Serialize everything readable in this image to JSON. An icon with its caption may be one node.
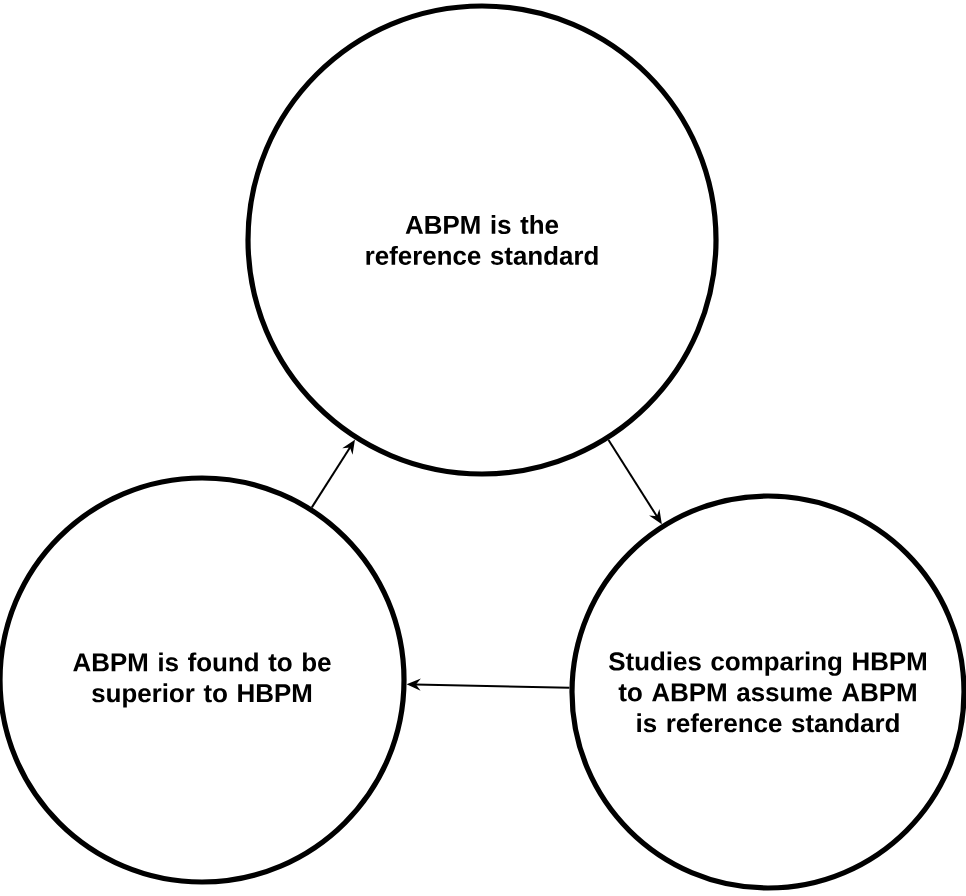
{
  "diagram": {
    "nodes": [
      {
        "text": [
          "ABPM is the reference standard"
        ]
      },
      {
        "text": [
          "Studies comparing HBPM to ABPM assume ABPM is reference standard"
        ]
      },
      {
        "text": [
          "ABPM is found to be superior to HBPM"
        ]
      }
    ],
    "edges": [
      {
        "from": 0,
        "to": 1,
        "arrow": "to"
      },
      {
        "from": 1,
        "to": 2,
        "arrow": "to"
      },
      {
        "from": 2,
        "to": 0,
        "arrow": "to"
      }
    ]
  }
}
